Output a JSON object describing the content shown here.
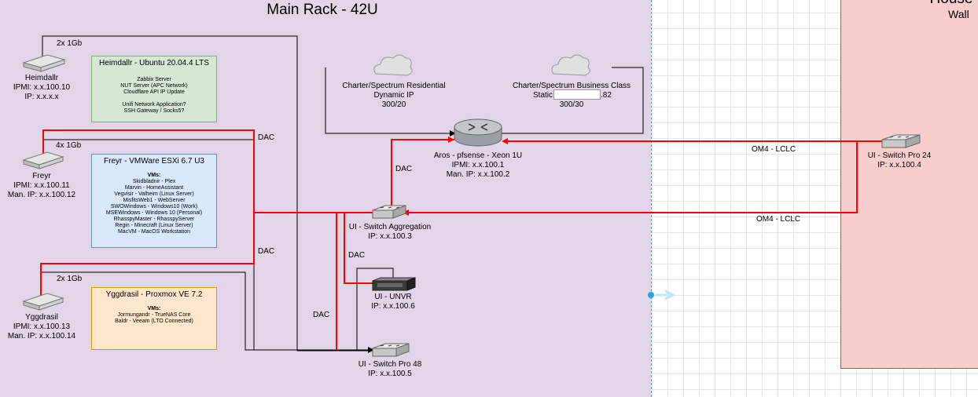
{
  "diagram": {
    "rack_title": "Main Rack - 42U",
    "house_title": "House",
    "house_subtitle": "Wall",
    "colors": {
      "rack_fill": "#e1d5e7",
      "house_fill": "#f8cecc",
      "ubuntu_box": "#d5e8d4",
      "esxi_box": "#dae8fc",
      "proxmox_box": "#ffe6cc",
      "dac_link": "#ff0000",
      "copper_link": "#000000"
    },
    "servers": {
      "heimdallr": {
        "name": "Heimdallr",
        "ipmi": "IPMI: x.x.100.10",
        "ip": "IP: x.x.x.x",
        "link": "2x 1Gb"
      },
      "freyr": {
        "name": "Freyr",
        "ipmi": "IPMI: x.x.100.11",
        "ip": "Man. IP: x.x.100.12",
        "link": "4x 1Gb"
      },
      "yggdrasil": {
        "name": "Yggdrasil",
        "ipmi": "IPMI: x.x.100.13",
        "ip": "Man. IP: x.x.100.14",
        "link": "2x 1Gb"
      }
    },
    "vm_boxes": {
      "ubuntu": {
        "title": "Heimdallr - Ubuntu 20.04.4 LTS",
        "lines": [
          "Zabbix Server",
          "NUT Server (APC Network)",
          "Cloudflare API IP Update",
          "",
          "Unifi Network Application?",
          "SSH Gateway / Socks5?"
        ]
      },
      "esxi": {
        "title": "Freyr - VMWare ESXi 6.7 U3",
        "heading": "VMs:",
        "lines": [
          "Skidbladnir - Plex",
          "Marvin - HomeAssistant",
          "Vegvisir - Valheim (Linux Server)",
          "MisfitsWeb1 - WebServer",
          "SWOWindows - Windows10 (Work)",
          "MSEWindows - Windows 10 (Personal)",
          "RhasspyMaster - RhasspyServer",
          "Regin - Minecraft (Linux Server)",
          "MacVM - MacOS Workstation"
        ]
      },
      "proxmox": {
        "title": "Yggdrasil - Proxmox VE 7.2",
        "heading": "VMs:",
        "lines": [
          "Jormungandr - TrueNAS Core",
          "Baldr - Veeam (LTO Connected)"
        ]
      }
    },
    "isps": {
      "residential": {
        "line1": "Charter/Spectrum Residential",
        "line2": "Dynamic IP",
        "line3": "300/20"
      },
      "business": {
        "line1": "Charter/Spectrum Business Class",
        "line2_prefix": "Static",
        "line2_suffix": ".82",
        "line3": "300/30"
      }
    },
    "router": {
      "name": "Aros - pfsense - Xeon 1U",
      "ipmi": "IPMI: x.x.100.1",
      "ip": "Man. IP: x.x.100.2"
    },
    "switches": {
      "aggregation": {
        "name": "UI - Switch Aggregation",
        "ip": "IP: x.x.100.3"
      },
      "pro24": {
        "name": "UI - Switch Pro 24",
        "ip": "IP: x.x.100.4"
      },
      "pro48": {
        "name": "UI - Switch Pro 48",
        "ip": "IP: x.x.100.5"
      }
    },
    "unvr": {
      "name": "UI - UNVR",
      "ip": "IP: x.x.100.6"
    },
    "link_labels": {
      "dac_freyr_top": "DAC",
      "dac_freyr_bottom": "DAC",
      "dac_router": "DAC",
      "dac_unvr": "DAC",
      "dac_pro48": "DAC",
      "om4_router": "OM4 - LCLC",
      "om4_agg": "OM4 - LCLC"
    }
  }
}
